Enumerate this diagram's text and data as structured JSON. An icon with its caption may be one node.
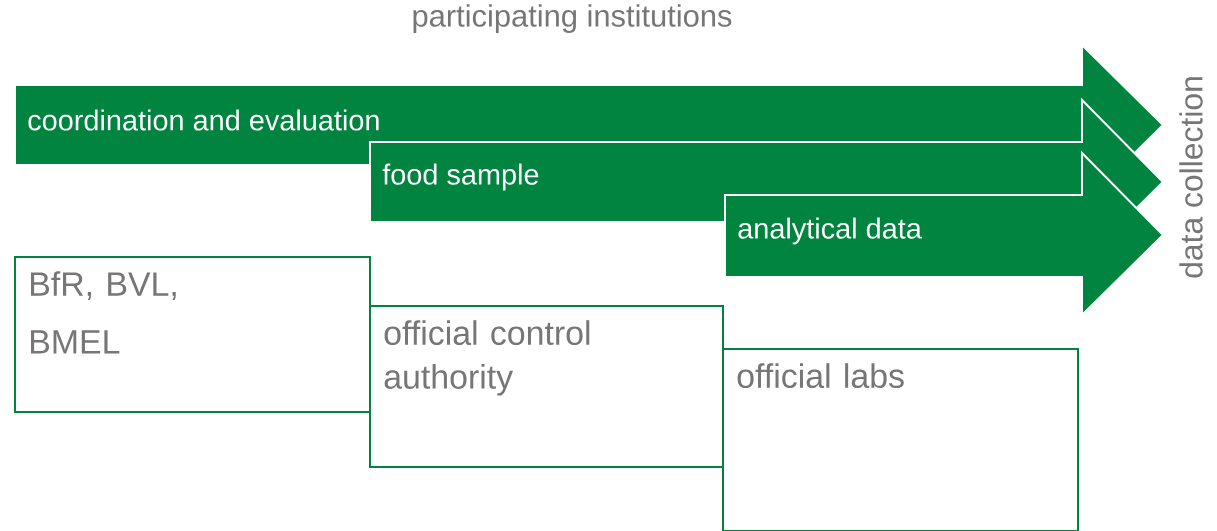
{
  "diagram": {
    "title": "participating institutions",
    "nodes": [
      {
        "text": [
          "coordination and evaluation"
        ]
      },
      {
        "text": [
          "food sample"
        ]
      },
      {
        "text": [
          "analytical data"
        ]
      },
      {
        "text": [
          "BfR, BVL, BMEL"
        ]
      },
      {
        "text": [
          "official control authority"
        ]
      },
      {
        "text": [
          "official labs"
        ]
      }
    ],
    "labels": [
      "data collection"
    ]
  }
}
